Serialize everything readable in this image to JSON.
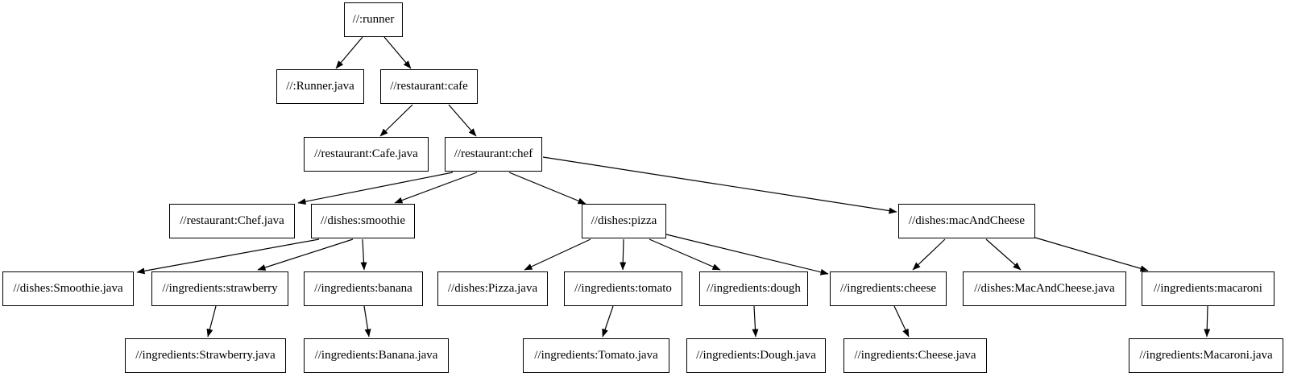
{
  "diagram": {
    "type": "build-dependency-graph",
    "background_color": "#ffffff",
    "node_border_color": "#000000",
    "node_fill_color": "#ffffff",
    "edge_color": "#000000",
    "text_color": "#000000",
    "nodes": [
      {
        "id": "runner",
        "label": "//:runner"
      },
      {
        "id": "runner_java",
        "label": "//:Runner.java"
      },
      {
        "id": "cafe",
        "label": "//restaurant:cafe"
      },
      {
        "id": "cafe_java",
        "label": "//restaurant:Cafe.java"
      },
      {
        "id": "chef",
        "label": "//restaurant:chef"
      },
      {
        "id": "chef_java",
        "label": "//restaurant:Chef.java"
      },
      {
        "id": "smoothie",
        "label": "//dishes:smoothie"
      },
      {
        "id": "pizza",
        "label": "//dishes:pizza"
      },
      {
        "id": "mac_and_cheese",
        "label": "//dishes:macAndCheese"
      },
      {
        "id": "smoothie_java",
        "label": "//dishes:Smoothie.java"
      },
      {
        "id": "strawberry",
        "label": "//ingredients:strawberry"
      },
      {
        "id": "banana",
        "label": "//ingredients:banana"
      },
      {
        "id": "pizza_java",
        "label": "//dishes:Pizza.java"
      },
      {
        "id": "tomato",
        "label": "//ingredients:tomato"
      },
      {
        "id": "dough",
        "label": "//ingredients:dough"
      },
      {
        "id": "cheese",
        "label": "//ingredients:cheese"
      },
      {
        "id": "mac_and_cheese_java",
        "label": "//dishes:MacAndCheese.java"
      },
      {
        "id": "macaroni",
        "label": "//ingredients:macaroni"
      },
      {
        "id": "strawberry_java",
        "label": "//ingredients:Strawberry.java"
      },
      {
        "id": "banana_java",
        "label": "//ingredients:Banana.java"
      },
      {
        "id": "tomato_java",
        "label": "//ingredients:Tomato.java"
      },
      {
        "id": "dough_java",
        "label": "//ingredients:Dough.java"
      },
      {
        "id": "cheese_java",
        "label": "//ingredients:Cheese.java"
      },
      {
        "id": "macaroni_java",
        "label": "//ingredients:Macaroni.java"
      }
    ],
    "edges": [
      {
        "from": "runner",
        "to": "runner_java"
      },
      {
        "from": "runner",
        "to": "cafe"
      },
      {
        "from": "cafe",
        "to": "cafe_java"
      },
      {
        "from": "cafe",
        "to": "chef"
      },
      {
        "from": "chef",
        "to": "chef_java"
      },
      {
        "from": "chef",
        "to": "smoothie"
      },
      {
        "from": "chef",
        "to": "pizza"
      },
      {
        "from": "chef",
        "to": "mac_and_cheese"
      },
      {
        "from": "smoothie",
        "to": "smoothie_java"
      },
      {
        "from": "smoothie",
        "to": "strawberry"
      },
      {
        "from": "smoothie",
        "to": "banana"
      },
      {
        "from": "strawberry",
        "to": "strawberry_java"
      },
      {
        "from": "banana",
        "to": "banana_java"
      },
      {
        "from": "pizza",
        "to": "pizza_java"
      },
      {
        "from": "pizza",
        "to": "tomato"
      },
      {
        "from": "pizza",
        "to": "dough"
      },
      {
        "from": "pizza",
        "to": "cheese"
      },
      {
        "from": "tomato",
        "to": "tomato_java"
      },
      {
        "from": "dough",
        "to": "dough_java"
      },
      {
        "from": "cheese",
        "to": "cheese_java"
      },
      {
        "from": "mac_and_cheese",
        "to": "cheese"
      },
      {
        "from": "mac_and_cheese",
        "to": "mac_and_cheese_java"
      },
      {
        "from": "mac_and_cheese",
        "to": "macaroni"
      },
      {
        "from": "macaroni",
        "to": "macaroni_java"
      }
    ]
  }
}
